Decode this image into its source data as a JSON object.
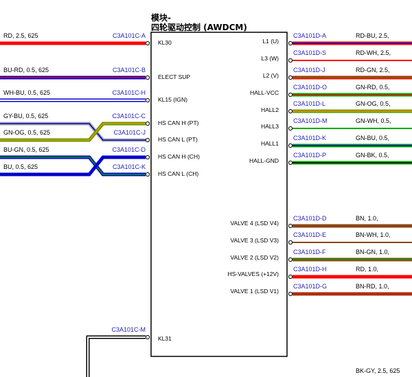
{
  "module": {
    "title_line1": "模块-",
    "title_line2": "四轮驱动控制 (AWDCM)"
  },
  "left_pins": [
    {
      "id": "kl30",
      "connector": "C3A101C-A",
      "wire": "RD,  2.5,  625",
      "pin": "KL30",
      "colors": [
        "#ff0000"
      ],
      "double": false
    },
    {
      "id": "elect-sup",
      "connector": "C3A101C-B",
      "wire": "BU-RD,  0.5,  625",
      "pin": "ELECT SUP",
      "colors": [
        "#0000cc",
        "#ff0000"
      ],
      "double": false
    },
    {
      "id": "kl15",
      "connector": "C3A101C-H",
      "wire": "WH-BU,  0.5,  625",
      "pin": "KL15 (IGN)",
      "colors": [
        "#ffffff",
        "#0000cc"
      ],
      "double": true
    },
    {
      "id": "hs-can-h-pt",
      "connector": "C3A101C-C",
      "wire": "GY-BU,  0.5,  625",
      "pin": "HS CAN H (PT)",
      "colors": [
        "#aaaaaa",
        "#0000cc"
      ],
      "double": false
    },
    {
      "id": "hs-can-l-pt",
      "connector": "C3A101C-J",
      "wire": "GN-OG,  0.5,  625",
      "pin": "HS CAN L (PT)",
      "colors": [
        "#5a9e00",
        "#ff8800"
      ],
      "double": false
    },
    {
      "id": "hs-can-h-ch",
      "connector": "C3A101C-D",
      "wire": "BU-GN,  0.5,  625",
      "pin": "HS CAN H (CH)",
      "colors": [
        "#0000cc",
        "#00aa00"
      ],
      "double": false
    },
    {
      "id": "hs-can-l-ch",
      "connector": "C3A101C-K",
      "wire": "BU,  0.5,  625",
      "pin": "HS CAN L (CH)",
      "colors": [
        "#0000cc"
      ],
      "double": false
    },
    {
      "id": "kl31",
      "connector": "C3A101C-M",
      "wire": "",
      "pin": "KL31",
      "colors": [
        "#000000"
      ],
      "double": true
    }
  ],
  "right_pins": [
    {
      "id": "l1",
      "connector": "C3A101D-A",
      "wire": "RD-BU,  2.5,",
      "pin": "L1 (U)",
      "colors": [
        "#ff0000",
        "#0000cc"
      ],
      "double": false
    },
    {
      "id": "l3",
      "connector": "C3A101D-S",
      "wire": "RD-WH,  2.5,",
      "pin": "L3 (W)",
      "colors": [
        "#ff0000",
        "#ffffff"
      ],
      "double": true
    },
    {
      "id": "l2",
      "connector": "C3A101D-J",
      "wire": "RD-GN,  2.5,",
      "pin": "L2 (V)",
      "colors": [
        "#ff0000",
        "#00aa00"
      ],
      "double": false
    },
    {
      "id": "hall-vcc",
      "connector": "C3A101D-O",
      "wire": "GN-RD,  0.5,",
      "pin": "HALL-VCC",
      "colors": [
        "#00aa00",
        "#ff0000"
      ],
      "double": false
    },
    {
      "id": "hall2",
      "connector": "C3A101D-L",
      "wire": "GN-OG,  0.5,",
      "pin": "HALL2",
      "colors": [
        "#5a9e00",
        "#ff8800"
      ],
      "double": false
    },
    {
      "id": "hall3",
      "connector": "C3A101D-M",
      "wire": "GN-WH,  0.5,",
      "pin": "HALL3",
      "colors": [
        "#00aa00",
        "#ffffff"
      ],
      "double": true
    },
    {
      "id": "hall1",
      "connector": "C3A101D-K",
      "wire": "GN-BU,  0.5,",
      "pin": "HALL1",
      "colors": [
        "#00aa00",
        "#0000cc"
      ],
      "double": false
    },
    {
      "id": "hall-gnd",
      "connector": "C3A101D-P",
      "wire": "GN-BK,  0.5,",
      "pin": "HALL-GND",
      "colors": [
        "#00aa00",
        "#000000"
      ],
      "double": false
    },
    {
      "id": "valve4",
      "connector": "C3A101D-D",
      "wire": "BN,  1.0,",
      "pin": "VALVE 4 (LSD V4)",
      "colors": [
        "#8b4513"
      ],
      "double": false
    },
    {
      "id": "valve3",
      "connector": "C3A101D-E",
      "wire": "BN-WH,  1.0,",
      "pin": "VALVE 3 (LSD V3)",
      "colors": [
        "#8b4513",
        "#ffffff"
      ],
      "double": true
    },
    {
      "id": "valve2",
      "connector": "C3A101D-F",
      "wire": "BN-GN,  1.0,",
      "pin": "VALVE 2 (LSD V2)",
      "colors": [
        "#8b4513",
        "#00aa00"
      ],
      "double": false
    },
    {
      "id": "hs-valves",
      "connector": "C3A101D-H",
      "wire": "RD,  1.0,",
      "pin": "HS-VALVES (+12V)",
      "colors": [
        "#ff0000"
      ],
      "double": false
    },
    {
      "id": "valve1",
      "connector": "C3A101D-G",
      "wire": "BN-RD,  1.0,",
      "pin": "VALVE 1 (LSD V1)",
      "colors": [
        "#8b4513",
        "#ff0000"
      ],
      "double": false
    }
  ],
  "ground_wire": {
    "label": "BK-GY,  2.5,  625"
  }
}
